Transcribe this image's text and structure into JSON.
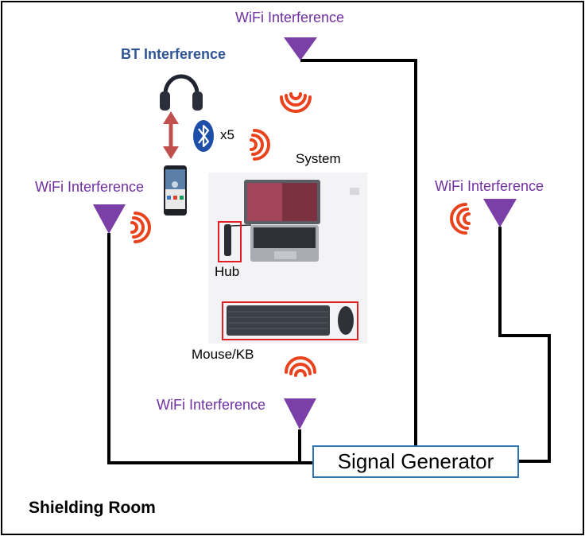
{
  "labels": {
    "wifi_top": "WiFi Interference",
    "wifi_left": "WiFi Interference",
    "wifi_right": "WiFi Interference",
    "wifi_bottom": "WiFi Interference",
    "bt_interference": "BT Interference",
    "bt_multiplier": "x5",
    "system": "System",
    "hub": "Hub",
    "mouse_kb": "Mouse/KB",
    "signal_generator": "Signal Generator",
    "shielding_room": "Shielding Room"
  },
  "colors": {
    "wifi_label": "#7030a0",
    "bt_label": "#2f5597",
    "antenna": "#7b3fa8",
    "signal_waves": "#e8431c",
    "bluetooth": "#1e4fa8",
    "double_arrow": "#c0504d",
    "highlight_box": "#e02020",
    "signal_generator_border": "#2e75b6",
    "wiring": "#000000"
  },
  "icons": {
    "antenna": "purple-triangle-antenna-icon",
    "signal": "wifi-signal-waves-icon",
    "bluetooth": "bluetooth-icon",
    "headphones": "headphones-icon",
    "phone": "smartphone-icon",
    "laptop": "laptop-icon",
    "hub": "usb-hub-icon",
    "keyboard": "keyboard-icon",
    "mouse": "mouse-icon"
  }
}
